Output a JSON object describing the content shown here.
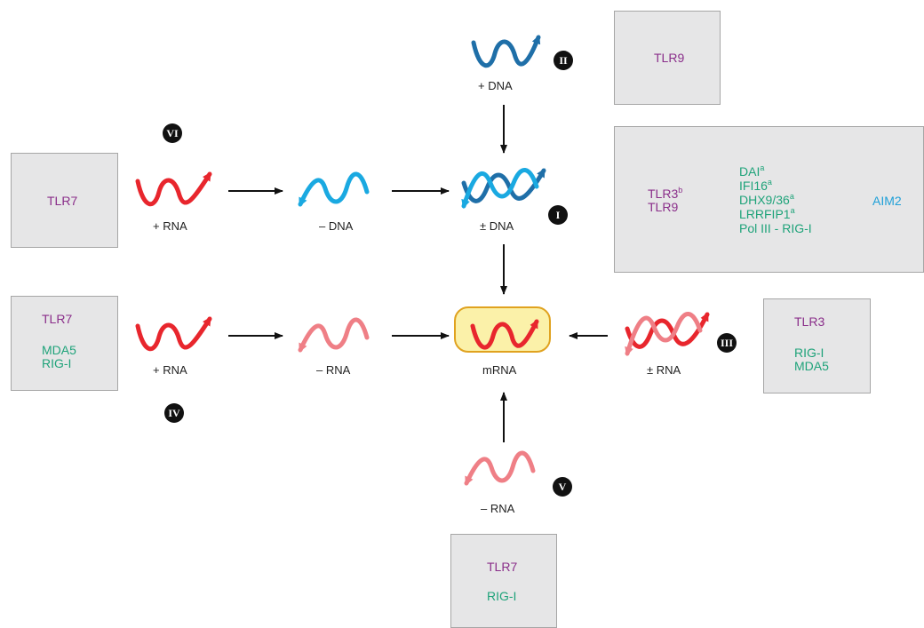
{
  "colors": {
    "purple": "#8a2e8a",
    "green": "#1fa37a",
    "blue": "#1fa0d8",
    "red": "#e8262d",
    "pink": "#ef7f86",
    "cyan": "#1aa9e1",
    "darkblue": "#1f6fa8",
    "mrna_fill": "#fbf1a9",
    "mrna_stroke": "#e0a21f"
  },
  "classes": {
    "I": "I",
    "II": "II",
    "III": "III",
    "IV": "IV",
    "V": "V",
    "VI": "VI"
  },
  "labels": {
    "plus_dna": "+ DNA",
    "pm_dna": "± DNA",
    "plus_rna_vi": "+ RNA",
    "minus_dna": "– DNA",
    "plus_rna_iv": "+ RNA",
    "minus_rna_iv": "–  RNA",
    "mrna": "mRNA",
    "pm_rna": "± RNA",
    "minus_rna_v": "– RNA"
  },
  "boxes": {
    "class_ii": {
      "tlr": "TLR9"
    },
    "class_vi": {
      "tlr": "TLR7"
    },
    "class_i": {
      "tlr": [
        "TLR3",
        "TLR9"
      ],
      "tlr_sup": "b",
      "cytosolic": [
        {
          "name": "DAI",
          "sup": "a"
        },
        {
          "name": "IFI16",
          "sup": "a"
        },
        {
          "name": "DHX9/36",
          "sup": "a"
        },
        {
          "name": "LRRFIP1",
          "sup": "a"
        },
        {
          "name": "Pol III - RIG-I",
          "sup": ""
        }
      ],
      "other": "AIM2"
    },
    "class_iv": {
      "tlr": "TLR7",
      "rlr": [
        "MDA5",
        "RIG-I"
      ]
    },
    "class_iii": {
      "tlr": "TLR3",
      "rlr": [
        "RIG-I",
        "MDA5"
      ]
    },
    "class_v": {
      "tlr": "TLR7",
      "rlr": "RIG-I"
    }
  }
}
